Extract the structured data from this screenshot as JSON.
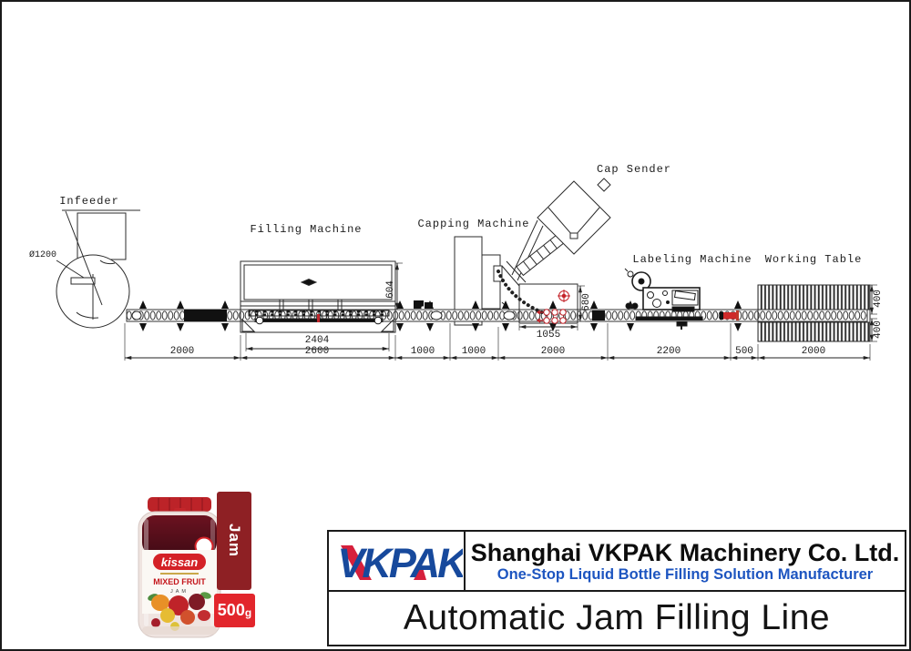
{
  "diagram": {
    "labels": {
      "infeeder": "Infeeder",
      "infeeder_diameter": "Ø1200",
      "filling": "Filling Machine",
      "capping": "Capping Machine",
      "cap_sender": "Cap Sender",
      "labeling": "Labeling Machine",
      "working_table": "Working Table"
    },
    "dimensions": {
      "infeed_conveyor": "2000",
      "filling_inner": "2404",
      "filling_outer": "2600",
      "gap_after_filling": "1000",
      "gap_before_capping": "1000",
      "capping_section": "2000",
      "cap_unit_width": "1055",
      "labeling_section": "2200",
      "gap_before_table": "500",
      "working_table_width": "2000",
      "filling_conveyor_height": "604",
      "cap_unit_height": "680",
      "table_depth_upper": "400",
      "table_depth_lower": "400"
    }
  },
  "product": {
    "jar": {
      "brand": "kissan",
      "variant": "MIXED FRUIT",
      "type": "JAM"
    },
    "banner": {
      "text": "Jam",
      "bg": "#8e2024"
    },
    "weight_tag": {
      "text": "500",
      "unit": "g",
      "bg": "#e2262c"
    }
  },
  "footer": {
    "logo_text": "VKPAK",
    "company_name": "Shanghai VKPAK Machinery Co. Ltd.",
    "tagline": "One-Stop Liquid Bottle Filling Solution Manufacturer",
    "line_title": "Automatic Jam Filling Line",
    "colors": {
      "logo_blue": "#17499c",
      "logo_red": "#d6203c",
      "tagline_blue": "#1d55c0"
    }
  }
}
